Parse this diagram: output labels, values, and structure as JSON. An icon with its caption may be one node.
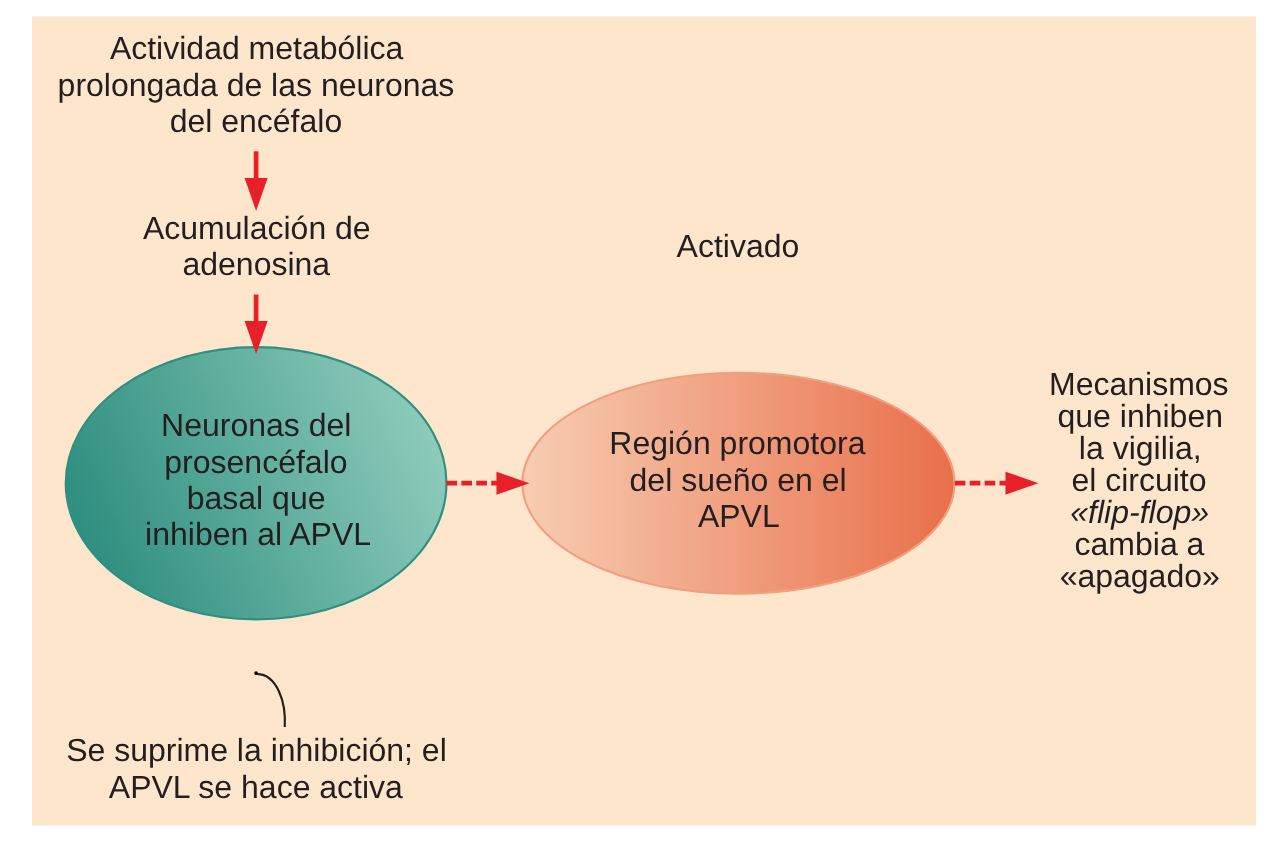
{
  "diagram": {
    "nodes": [
      {
        "text": [
          "Actividad metabólica prolongada de las neuronas del encéfalo"
        ]
      },
      {
        "text": [
          "Acumulación de adenosina"
        ]
      },
      {
        "text": [
          "Neuronas del prosencéfalo basal que inhiben al APVL"
        ]
      },
      {
        "text": [
          "Región promotora del sueño en el APVL"
        ],
        "beside": [
          "Activado"
        ]
      },
      {
        "text": [
          "Mecanismos que inhiben la vigilia, el circuito *«flip-flop»* cambia a «apagado»"
        ]
      },
      {
        "text": [
          "Se suprime la inhibición; el APVL se hace activa"
        ]
      }
    ],
    "edges": [
      {
        "from": 0,
        "to": 1,
        "arrow": "to"
      },
      {
        "from": 1,
        "to": 2,
        "arrow": "to"
      },
      {
        "from": 2,
        "to": 3,
        "arrow": "to",
        "style": "dashed"
      },
      {
        "from": 3,
        "to": 4,
        "arrow": "to",
        "style": "dashed"
      },
      {
        "from": 5,
        "to": null,
        "arrow": "none",
        "color": "#231f20"
      }
    ]
  }
}
